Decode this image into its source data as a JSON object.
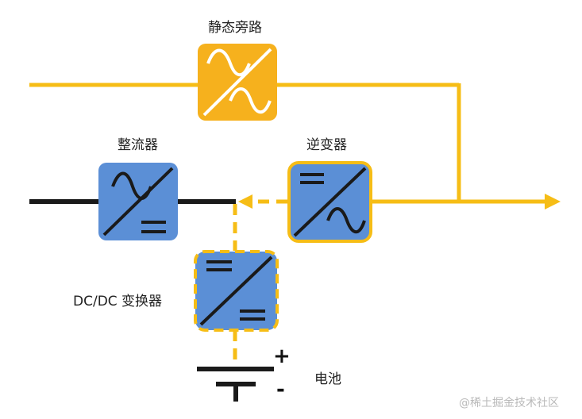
{
  "labels": {
    "static_bypass": "静态旁路",
    "rectifier": "整流器",
    "inverter": "逆变器",
    "dcdc_converter": "DC/DC 变换器",
    "battery": "电池"
  },
  "battery_signs": {
    "positive": "+",
    "negative": "-"
  },
  "watermark": "@稀土掘金技术社区",
  "colors": {
    "power_line": "#f6bd16",
    "ac_input_line": "#1a1a1a",
    "converter_fill": "#5b8fd6",
    "bypass_fill": "#f6b11d",
    "icon_stroke": "#1a1a1a",
    "icon_stroke_on_bypass": "#ffffff"
  }
}
